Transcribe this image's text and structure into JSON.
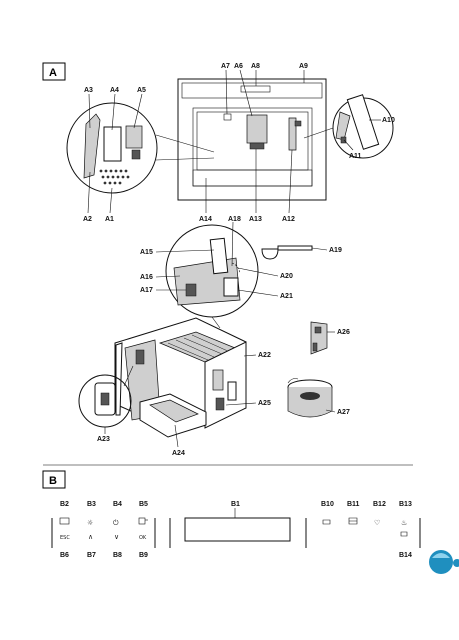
{
  "sections": {
    "a": "A",
    "b": "B"
  },
  "labels": {
    "A1": "A1",
    "A2": "A2",
    "A3": "A3",
    "A4": "A4",
    "A5": "A5",
    "A6": "A6",
    "A7": "A7",
    "A8": "A8",
    "A9": "A9",
    "A10": "A10",
    "A11": "A11",
    "A12": "A12",
    "A13": "A13",
    "A14": "A14",
    "A15": "A15",
    "A16": "A16",
    "A17": "A17",
    "A18": "A18",
    "A19": "A19",
    "A20": "A20",
    "A21": "A21",
    "A22": "A22",
    "A23": "A23",
    "A24": "A24",
    "A25": "A25",
    "A26": "A26",
    "A27": "A27",
    "B1": "B1",
    "B2": "B2",
    "B3": "B3",
    "B4": "B4",
    "B5": "B5",
    "B6": "B6",
    "B7": "B7",
    "B8": "B8",
    "B9": "B9",
    "B10": "B10",
    "B11": "B11",
    "B12": "B12",
    "B13": "B13",
    "B14": "B14"
  },
  "panel_text": {
    "esc": "ESC",
    "up": "∧",
    "down": "∨",
    "ok": "OK"
  },
  "icons": {
    "menu": "menu-icon",
    "light": "light-icon",
    "power": "power-icon",
    "beverage": "beverage-icon",
    "cup": "cup-icon",
    "mug": "mug-icon",
    "favorite": "favorite-icon",
    "hot-water": "hot-water-icon",
    "small-cup": "small-cup-icon"
  }
}
